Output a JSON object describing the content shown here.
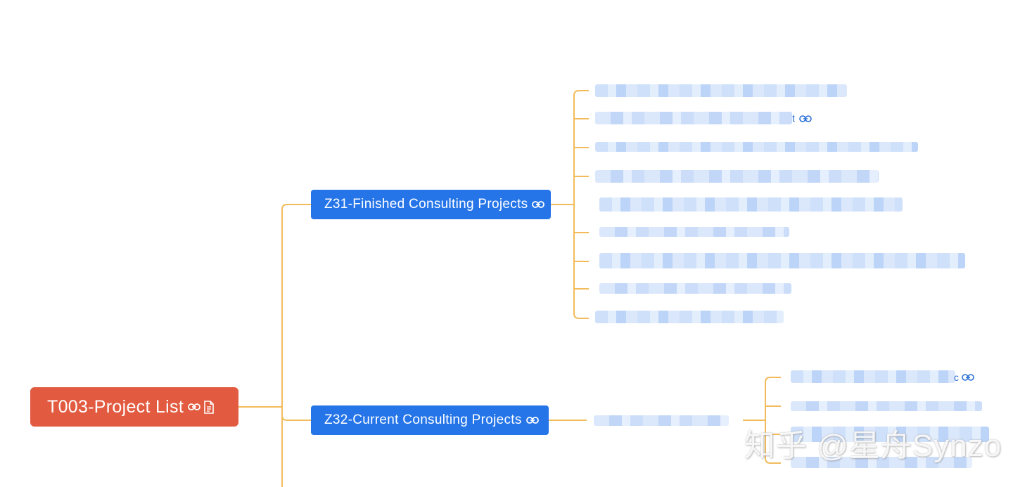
{
  "root": {
    "label": "T003-Project List",
    "icons": [
      "link-icon",
      "document-icon"
    ],
    "color": "#e25a40"
  },
  "branches": [
    {
      "label": "Z31-Finished Consulting Projects",
      "icon": "link-icon",
      "color": "#2575e9",
      "children": [
        {
          "text": "",
          "blurred": true
        },
        {
          "text": "t",
          "blurred": true,
          "icon": "link-icon"
        },
        {
          "text": "",
          "blurred": true
        },
        {
          "text": "",
          "blurred": true
        },
        {
          "text": "",
          "blurred": true
        },
        {
          "text": "",
          "blurred": true
        },
        {
          "text": "",
          "blurred": true
        },
        {
          "text": "",
          "blurred": true
        },
        {
          "text": "",
          "blurred": true
        }
      ]
    },
    {
      "label": "Z32-Current Consulting Projects",
      "icon": "link-icon",
      "color": "#2575e9",
      "children": [
        {
          "text": "",
          "blurred": true,
          "children": [
            {
              "text": "c",
              "blurred": true,
              "icon": "link-icon"
            },
            {
              "text": "",
              "blurred": true
            },
            {
              "text": "",
              "blurred": true
            },
            {
              "text": "",
              "blurred": true
            }
          ]
        }
      ]
    }
  ],
  "watermark": "知乎 @星舟Synzo",
  "connector_color": "#f2bc5c"
}
